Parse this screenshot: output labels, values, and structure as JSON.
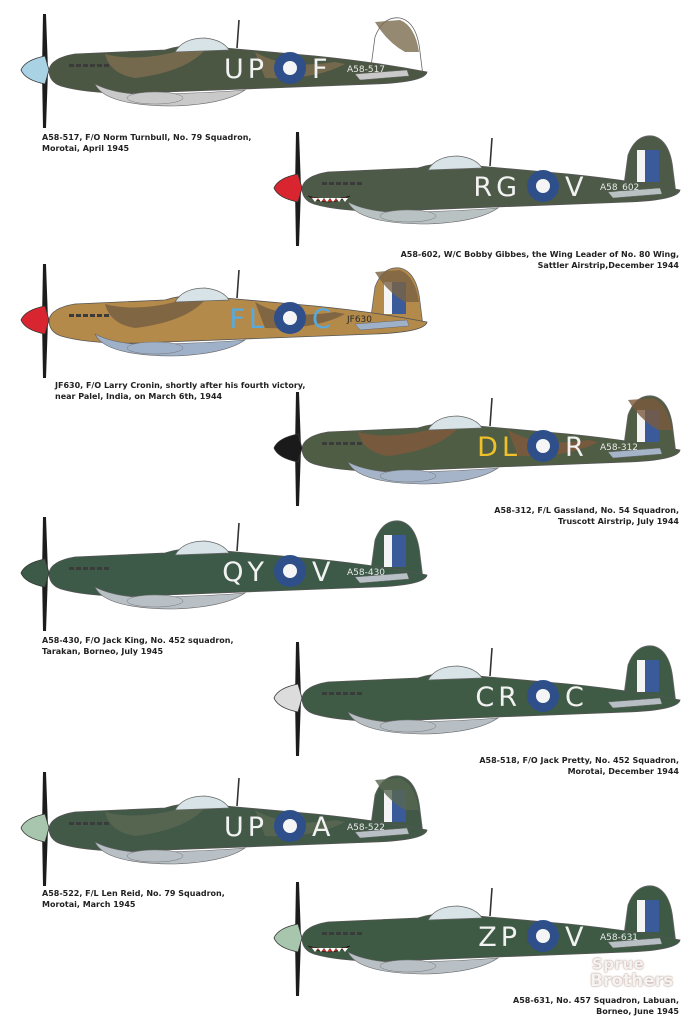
{
  "aircraft": [
    {
      "caption": [
        "A58-517, F/O Norm Turnbull, No. 79 Squadron,",
        "Morotai, April 1945"
      ],
      "codes": "UP",
      "code_right": "F",
      "serial": "A58-517",
      "side": "left",
      "spinner": "#a9d3e5",
      "base": "#4b5743",
      "camo": "#7a6c4f",
      "belly": "#c9c9c9",
      "code_color": "#f2f2f2",
      "tail_white": true
    },
    {
      "caption": [
        "A58-602, W/C Bobby Gibbes, the Wing Leader of No. 80 Wing,",
        "Sattler Airstrip,December 1944"
      ],
      "codes": "RG",
      "code_right": "V",
      "serial": "A58_602",
      "side": "right",
      "spinner": "#d9252f",
      "base": "#4d5a48",
      "camo": "#4d5a48",
      "belly": "#b9c2c3",
      "code_color": "#f2f2f2",
      "tail_white": false,
      "sharkmouth": true
    },
    {
      "caption": [
        "JF630,  F/O Larry Cronin, shortly after his fourth victory,",
        "near Palel, India, on March 6th, 1944"
      ],
      "codes": "FL",
      "code_right": "C",
      "serial": "JF630",
      "side": "left",
      "spinner": "#d9252f",
      "base": "#b48a4b",
      "camo": "#7b6243",
      "belly": "#9fb0c9",
      "code_color": "#58a9dd",
      "tail_white": false,
      "desert": true
    },
    {
      "caption": [
        "A58-312, F/L Gassland, No. 54 Squadron,",
        "Truscott Airstrip, July 1944"
      ],
      "codes": "DL",
      "code_right": "R",
      "serial": "A58-312",
      "side": "right",
      "spinner": "#1a1a1a",
      "base": "#4f5d44",
      "camo": "#7b5a3d",
      "belly": "#a5b4c9",
      "code_color": "#f0c02a",
      "code_right_color": "#f2f2f2",
      "tail_white": false
    },
    {
      "caption": [
        "A58-430, F/O Jack King, No. 452 squadron,",
        "Tarakan, Borneo, July 1945"
      ],
      "codes": "QY",
      "code_right": "V",
      "serial": "A58-430",
      "side": "left",
      "spinner": "#3c5a47",
      "base": "#3c5a47",
      "camo": "#3c5a47",
      "belly": "#b8c0c6",
      "code_color": "#f2f2f2",
      "tail_white": false
    },
    {
      "caption": [
        "A58-518, F/O Jack Pretty, No. 452 Squadron,",
        "Morotai, December 1944"
      ],
      "codes": "CR",
      "code_right": "C",
      "serial": "",
      "side": "right",
      "spinner": "#dcdcdc",
      "base": "#3f5b45",
      "camo": "#3f5b45",
      "belly": "#b7bfc5",
      "code_color": "#f2f2f2",
      "tail_white": false
    },
    {
      "caption": [
        "A58-522, F/L Len Reid, No. 79 Squadron,",
        "Morotai, March 1945"
      ],
      "codes": "UP",
      "code_right": "A",
      "serial": "A58-522",
      "side": "left",
      "spinner": "#a7c6ad",
      "base": "#435947",
      "camo": "#586650",
      "belly": "#b8c0c6",
      "code_color": "#f2f2f2",
      "tail_white": false
    },
    {
      "caption": [
        "A58-631,  No. 457 Squadron, Labuan,",
        "Borneo, June 1945"
      ],
      "codes": "ZP",
      "code_right": "V",
      "serial": "A58-631",
      "side": "right",
      "spinner": "#a7c6ad",
      "base": "#3e5a45",
      "camo": "#3e5a45",
      "belly": "#b8c0c6",
      "code_color": "#f2f2f2",
      "tail_white": false,
      "sharkmouth": true
    }
  ],
  "watermark": {
    "line1": "Sprue",
    "line2": "Brothers"
  },
  "colors": {
    "roundel_blue": "#2f4f8a",
    "roundel_white": "#f5f5f5",
    "tail_blue": "#3a5a9a"
  }
}
